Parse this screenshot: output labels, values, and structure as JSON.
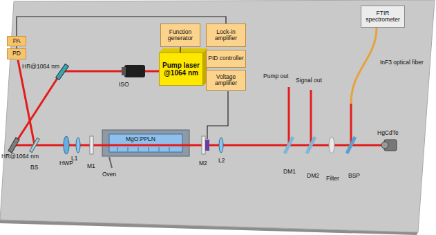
{
  "diagram": {
    "nodes": [
      {
        "text": [
          "PA"
        ]
      },
      {
        "text": [
          "PD"
        ]
      },
      {
        "text": [
          "Function generator"
        ]
      },
      {
        "text": [
          "Lock-in amplifier"
        ]
      },
      {
        "text": [
          "PID controller"
        ]
      },
      {
        "text": [
          "Voltage amplifier"
        ]
      },
      {
        "text": [
          "Pump laser @1064 nm"
        ]
      },
      {
        "text": [
          "FTIR spectrometer"
        ]
      }
    ],
    "edges": [
      {
        "from": 1,
        "to": 0,
        "arrow": "none"
      },
      {
        "from": 0,
        "to": 3,
        "arrow": "none"
      },
      {
        "from": 2,
        "to": 6,
        "arrow": "none"
      }
    ],
    "labels": [
      "HR@1064 nm",
      "ISO",
      "HR@1064 nm",
      "BS",
      "HWP",
      "L1",
      "M1",
      "MgO:PPLN",
      "Oven",
      "M2",
      "L2",
      "Pump out",
      "Signal out",
      "InF3 optical fiber",
      "DM1",
      "DM2",
      "Filter",
      "BSP",
      "HgCdTe"
    ]
  }
}
